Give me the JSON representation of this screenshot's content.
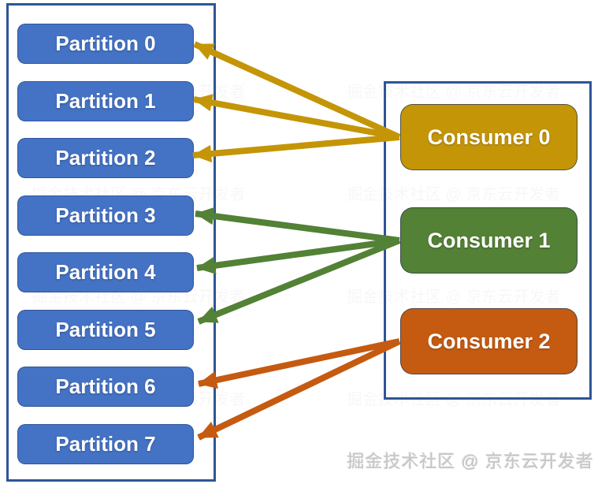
{
  "panels": {
    "border_color": "#2E5597"
  },
  "partitions": {
    "box_color": "#4472C4",
    "text_color": "#FFFFFF",
    "items": [
      {
        "label": "Partition 0"
      },
      {
        "label": "Partition 1"
      },
      {
        "label": "Partition 2"
      },
      {
        "label": "Partition 3"
      },
      {
        "label": "Partition 4"
      },
      {
        "label": "Partition 5"
      },
      {
        "label": "Partition 6"
      },
      {
        "label": "Partition 7"
      }
    ]
  },
  "consumers": {
    "text_color": "#FFFFFF",
    "items": [
      {
        "label": "Consumer 0",
        "color": "#C49506",
        "assigned_partitions": [
          0,
          1,
          2
        ]
      },
      {
        "label": "Consumer 1",
        "color": "#538135",
        "assigned_partitions": [
          3,
          4,
          5
        ]
      },
      {
        "label": "Consumer 2",
        "color": "#C55A11",
        "assigned_partitions": [
          6,
          7
        ]
      }
    ]
  },
  "watermark": {
    "text": "掘金技术社区 @ 京东云开发者",
    "color": "#C6C6C6"
  }
}
